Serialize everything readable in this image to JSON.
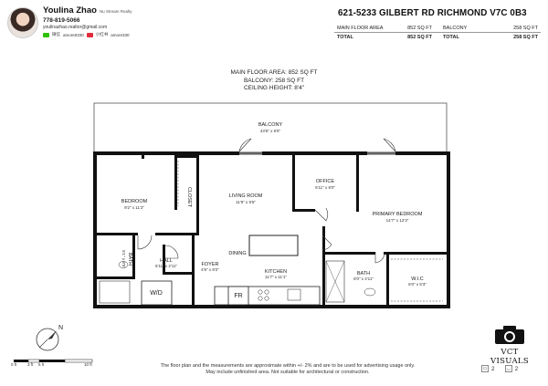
{
  "agent": {
    "name": "Youlina Zhao",
    "company": "Nu Stream Realty",
    "phone": "778-819-5066",
    "email": "youlinazhao.realtor@gmail.com",
    "wechat": "amore0330",
    "line": "amore330",
    "wechat_label": "微信",
    "line_label": "小红书"
  },
  "listing": {
    "address": "621-5233 GILBERT RD RICHMOND V7C 0B3",
    "main_floor_label": "MAIN FLOOR AREA",
    "main_floor_value": "852 SQ FT",
    "balcony_label": "BALCONY",
    "balcony_value": "258 SQ FT",
    "total_label": "TOTAL",
    "total_left_value": "852 SQ FT",
    "total_right_value": "258 SQ FT"
  },
  "plan_info": {
    "line1": "MAIN FLOOR AREA: 852 SQ FT",
    "line2": "BALCONY: 258 SQ FT",
    "line3": "CEILING HEIGHT: 8'4\""
  },
  "rooms": {
    "balcony": {
      "name": "BALCONY",
      "dims": "43'6\" x 6'6\""
    },
    "bedroom": {
      "name": "BEDROOM",
      "dims": "9'2\" x 11'2\""
    },
    "closet": {
      "name": "CLOSET"
    },
    "living": {
      "name": "LIVING ROOM",
      "dims": "11'9\" x 9'5\""
    },
    "office": {
      "name": "OFFICE",
      "dims": "6'11\" x 8'0\""
    },
    "primary": {
      "name": "PRIMARY BEDROOM",
      "dims": "14'7\" x 12'3\""
    },
    "dining": {
      "name": "DINING"
    },
    "bath1": {
      "name": "BATH",
      "dims": "5'1\" x 8'5\""
    },
    "hall": {
      "name": "HALL",
      "dims": "5'11\" x 2'11\""
    },
    "foyer": {
      "name": "FOYER",
      "dims": "4'9\" x 8'2\""
    },
    "kitchen": {
      "name": "KITCHEN",
      "dims": "11'7\" x 11'1\""
    },
    "bath2": {
      "name": "BATH",
      "dims": "8'0\" x 4'11\""
    },
    "wic": {
      "name": "W.I.C",
      "dims": "6'0\" x 5'3\""
    },
    "wd": {
      "name": "W/D"
    },
    "fr": {
      "name": "FR"
    }
  },
  "compass": {
    "north": "N"
  },
  "scale": {
    "t0": "0 ft",
    "t1": "3 ft",
    "t2": "5 ft",
    "t3": "10 ft"
  },
  "logo": {
    "text": "VCT VISUALS"
  },
  "disclaimer": {
    "line1": "The floor plan and the measurements are approximate within +/- 2% and are to be used for advertising usage only.",
    "line2": "May include unfinished area. Not suitable for architectural or construction."
  },
  "counts": {
    "beds": "2",
    "baths": "2"
  }
}
